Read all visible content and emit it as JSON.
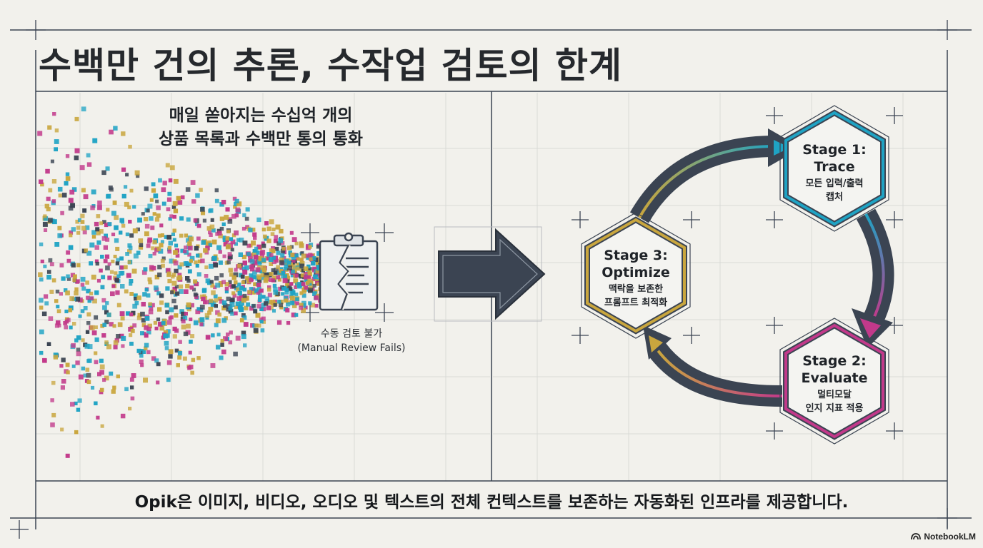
{
  "title": "수백만 건의 추론, 수작업 검토의 한계",
  "left_panel": {
    "headline_line1": "매일 쏟아지는 수십억 개의",
    "headline_line2": "상품 목록과 수백만 통의 통화",
    "review_label_ko": "수동 검토 불가",
    "review_label_en": "(Manual Review Fails)",
    "icon": "broken-clipboard-icon"
  },
  "cycle": {
    "stages": [
      {
        "name": "Stage 1:",
        "label": "Trace",
        "desc_line1": "모든 입력/출력",
        "desc_line2": "캡처",
        "color": "#1fa3c4"
      },
      {
        "name": "Stage 2:",
        "label": "Evaluate",
        "desc_line1": "멀티모달",
        "desc_line2": "인지 지표 적용",
        "color": "#c2398a"
      },
      {
        "name": "Stage 3:",
        "label": "Optimize",
        "desc_line1": "맥락을 보존한",
        "desc_line2": "프롬프트 최적화",
        "color": "#c9a63e"
      }
    ]
  },
  "footer": "Opik은 이미지, 비디오, 오디오 및 텍스트의 전체 컨텍스트를 보존하는 자동화된 인프라를 제공합니다.",
  "brand": "NotebookLM",
  "colors": {
    "background": "#f2f1ec",
    "ink": "#3b4452",
    "teal": "#1fa3c4",
    "magenta": "#c2398a",
    "gold": "#c9a63e"
  }
}
